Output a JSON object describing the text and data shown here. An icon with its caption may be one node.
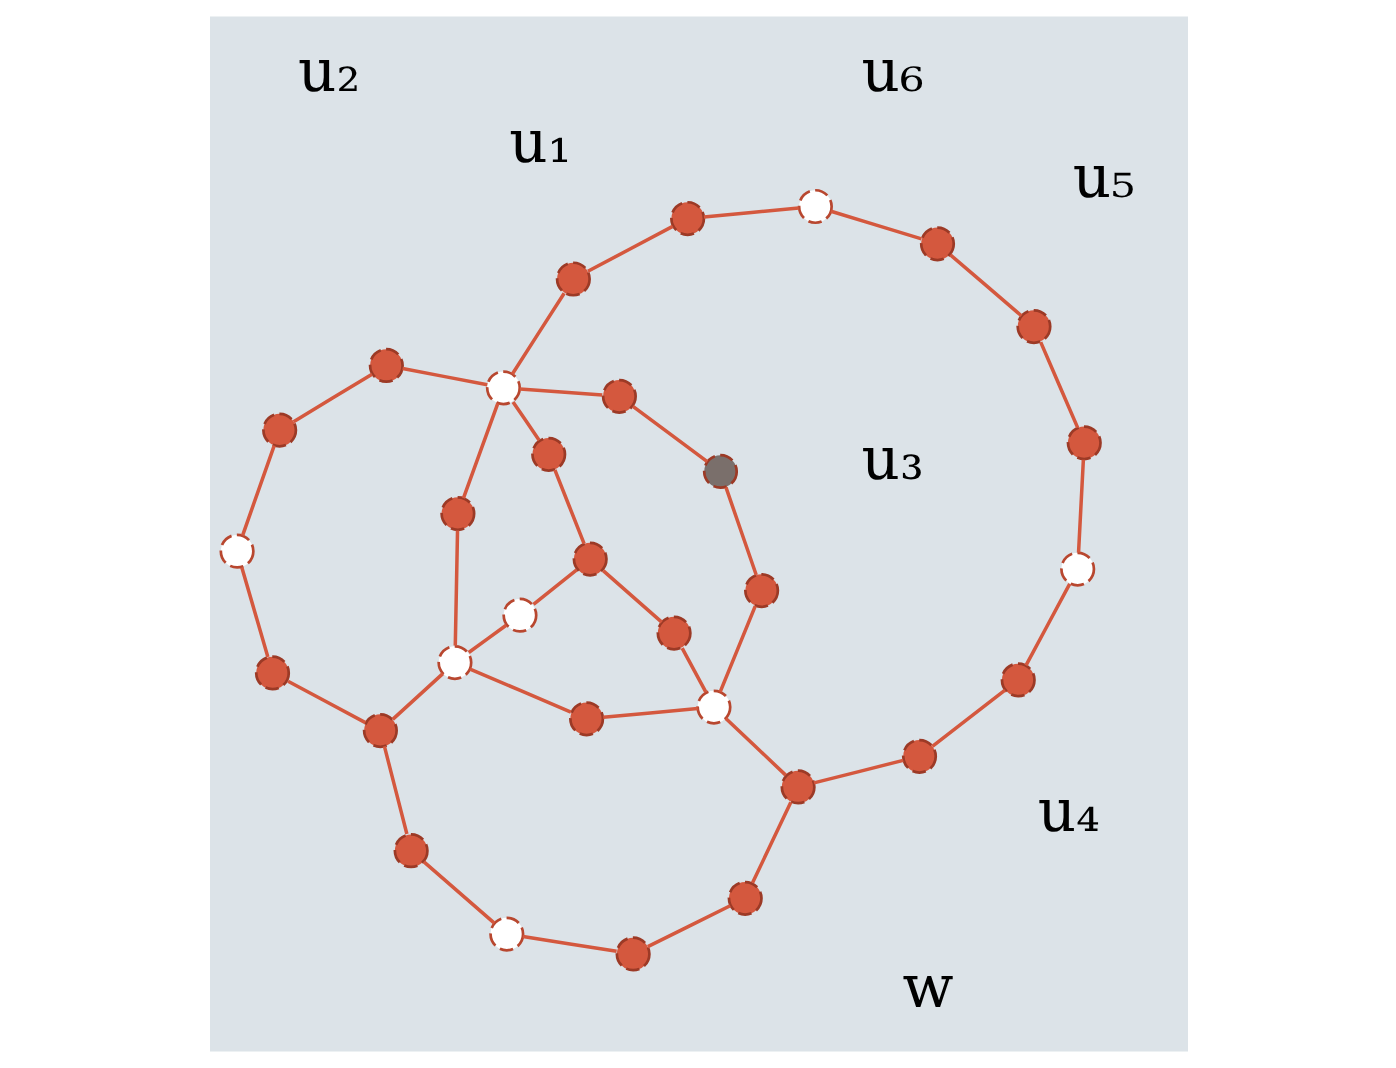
{
  "diagram": {
    "nodes": [
      {
        "text": [],
        "shape": "circle"
      },
      {
        "text": [],
        "shape": "circle"
      },
      {
        "text": [],
        "shape": "circle"
      },
      {
        "text": [],
        "shape": "circle"
      },
      {
        "text": [],
        "shape": "circle"
      },
      {
        "text": [],
        "shape": "circle"
      },
      {
        "text": [],
        "shape": "circle"
      },
      {
        "text": [],
        "shape": "circle"
      },
      {
        "text": [],
        "shape": "circle"
      },
      {
        "text": [],
        "shape": "circle"
      },
      {
        "text": [],
        "shape": "circle"
      },
      {
        "text": [],
        "shape": "circle"
      },
      {
        "text": [],
        "shape": "circle"
      },
      {
        "text": [],
        "shape": "circle"
      },
      {
        "text": [],
        "shape": "circle"
      },
      {
        "text": [],
        "shape": "circle"
      },
      {
        "text": [],
        "shape": "circle"
      },
      {
        "text": [],
        "shape": "circle"
      },
      {
        "text": [],
        "shape": "circle"
      },
      {
        "text": [],
        "shape": "circle"
      },
      {
        "text": [],
        "shape": "circle"
      },
      {
        "text": [],
        "shape": "circle"
      },
      {
        "text": [],
        "shape": "circle"
      },
      {
        "text": [],
        "shape": "circle"
      },
      {
        "text": [],
        "shape": "circle"
      },
      {
        "text": [],
        "shape": "circle"
      },
      {
        "text": [],
        "shape": "circle"
      },
      {
        "text": [],
        "shape": "circle"
      },
      {
        "text": [],
        "shape": "circle"
      },
      {
        "text": [],
        "shape": "circle"
      },
      {
        "text": [],
        "shape": "circle"
      }
    ],
    "edges": [
      {
        "from": 0,
        "to": 1,
        "arrow": "none"
      },
      {
        "from": 1,
        "to": 2,
        "arrow": "none"
      },
      {
        "from": 2,
        "to": 3,
        "arrow": "none"
      },
      {
        "from": 3,
        "to": 4,
        "arrow": "none"
      },
      {
        "from": 4,
        "to": 5,
        "arrow": "none"
      },
      {
        "from": 5,
        "to": 11,
        "arrow": "none"
      },
      {
        "from": 11,
        "to": 17,
        "arrow": "none"
      },
      {
        "from": 6,
        "to": 0,
        "arrow": "none"
      },
      {
        "from": 6,
        "to": 8,
        "arrow": "none"
      },
      {
        "from": 8,
        "to": 13,
        "arrow": "none"
      },
      {
        "from": 13,
        "to": 20,
        "arrow": "none"
      },
      {
        "from": 20,
        "to": 25,
        "arrow": "none"
      },
      {
        "from": 25,
        "to": 26,
        "arrow": "none"
      },
      {
        "from": 26,
        "to": 27,
        "arrow": "none"
      },
      {
        "from": 27,
        "to": 28,
        "arrow": "none"
      },
      {
        "from": 28,
        "to": 29,
        "arrow": "none"
      },
      {
        "from": 29,
        "to": 30,
        "arrow": "none"
      },
      {
        "from": 30,
        "to": 24,
        "arrow": "none"
      },
      {
        "from": 24,
        "to": 19,
        "arrow": "none"
      },
      {
        "from": 19,
        "to": 17,
        "arrow": "none"
      },
      {
        "from": 2,
        "to": 7,
        "arrow": "none"
      },
      {
        "from": 7,
        "to": 9,
        "arrow": "none"
      },
      {
        "from": 9,
        "to": 14,
        "arrow": "none"
      },
      {
        "from": 7,
        "to": 10,
        "arrow": "none"
      },
      {
        "from": 10,
        "to": 17,
        "arrow": "none"
      },
      {
        "from": 7,
        "to": 12,
        "arrow": "none"
      },
      {
        "from": 12,
        "to": 18,
        "arrow": "none"
      },
      {
        "from": 13,
        "to": 14,
        "arrow": "none"
      },
      {
        "from": 14,
        "to": 15,
        "arrow": "none"
      },
      {
        "from": 15,
        "to": 18,
        "arrow": "none"
      },
      {
        "from": 18,
        "to": 16,
        "arrow": "none"
      },
      {
        "from": 16,
        "to": 17,
        "arrow": "none"
      },
      {
        "from": 14,
        "to": 21,
        "arrow": "none"
      },
      {
        "from": 21,
        "to": 22,
        "arrow": "none"
      },
      {
        "from": 22,
        "to": 23,
        "arrow": "none"
      },
      {
        "from": 23,
        "to": 17,
        "arrow": "none"
      }
    ],
    "labels": [
      "u₃",
      "u₄",
      "u₅",
      "u₁",
      "u₆",
      "u₂",
      "w"
    ]
  }
}
